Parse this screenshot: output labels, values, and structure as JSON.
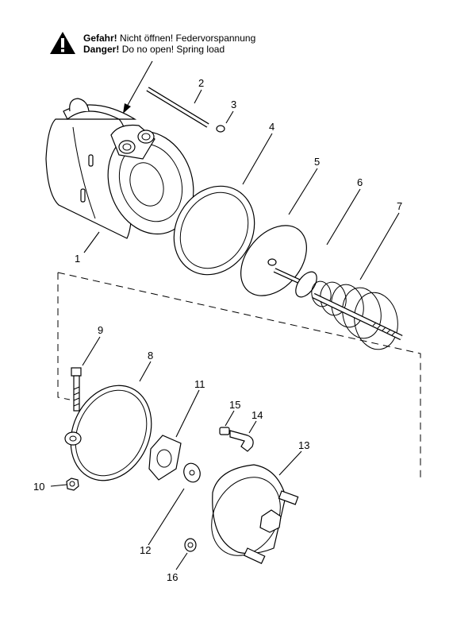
{
  "warning": {
    "line1_bold": "Gefahr!",
    "line1_text": "Nicht öffnen! Federvorspannung",
    "line2_bold": "Danger!",
    "line2_text": "Do no open! Spring load"
  },
  "callouts": {
    "c1": "1",
    "c2": "2",
    "c3": "3",
    "c4": "4",
    "c5": "5",
    "c6": "6",
    "c7": "7",
    "c8": "8",
    "c9": "9",
    "c10": "10",
    "c11": "11",
    "c12": "12",
    "c13": "13",
    "c14": "14",
    "c15": "15",
    "c16": "16"
  }
}
